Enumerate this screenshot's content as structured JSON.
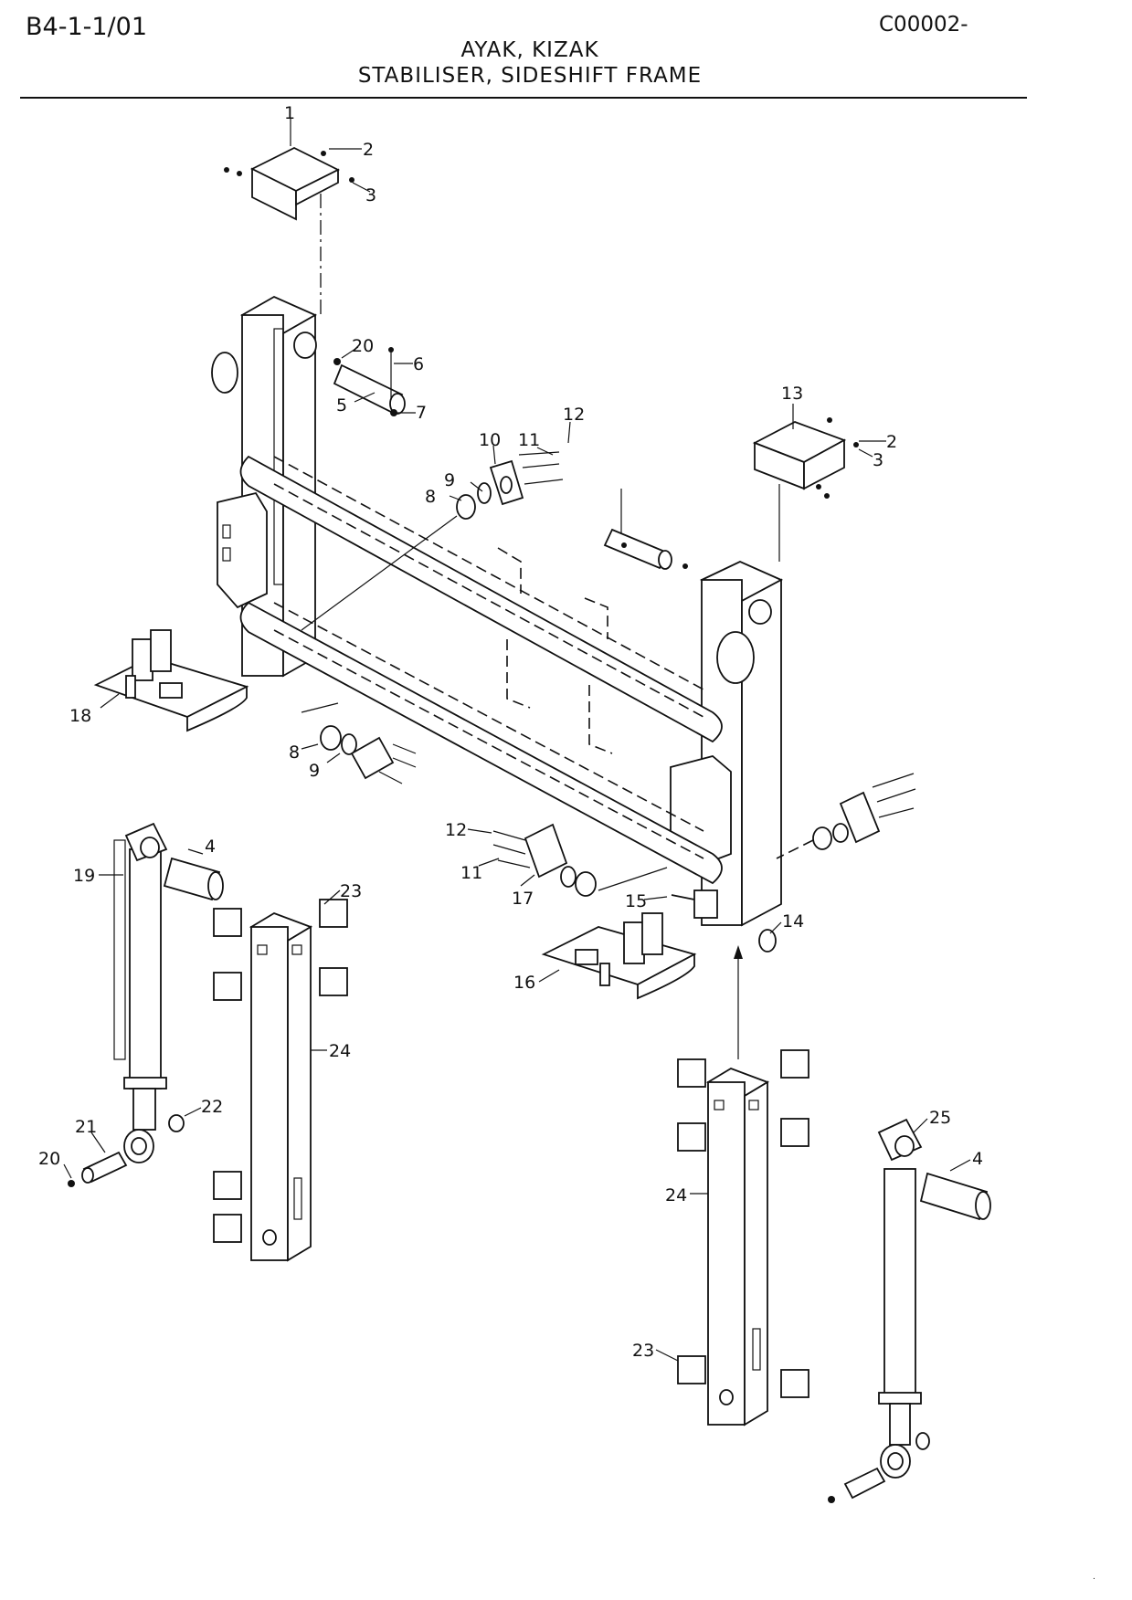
{
  "header": {
    "page_id": "B4-1-1/01",
    "code": "C00002-",
    "title_line1": "AYAK, KIZAK",
    "title_line2": "STABILISER, SIDESHIFT FRAME"
  },
  "callouts": [
    "1",
    "2",
    "3",
    "20",
    "6",
    "5",
    "7",
    "12",
    "11",
    "10",
    "9",
    "8",
    "13",
    "2",
    "3",
    "18",
    "8",
    "9",
    "4",
    "19",
    "23",
    "12",
    "11",
    "17",
    "15",
    "14",
    "16",
    "24",
    "22",
    "21",
    "20",
    "24",
    "25",
    "4",
    "23"
  ],
  "footer_mark": "."
}
